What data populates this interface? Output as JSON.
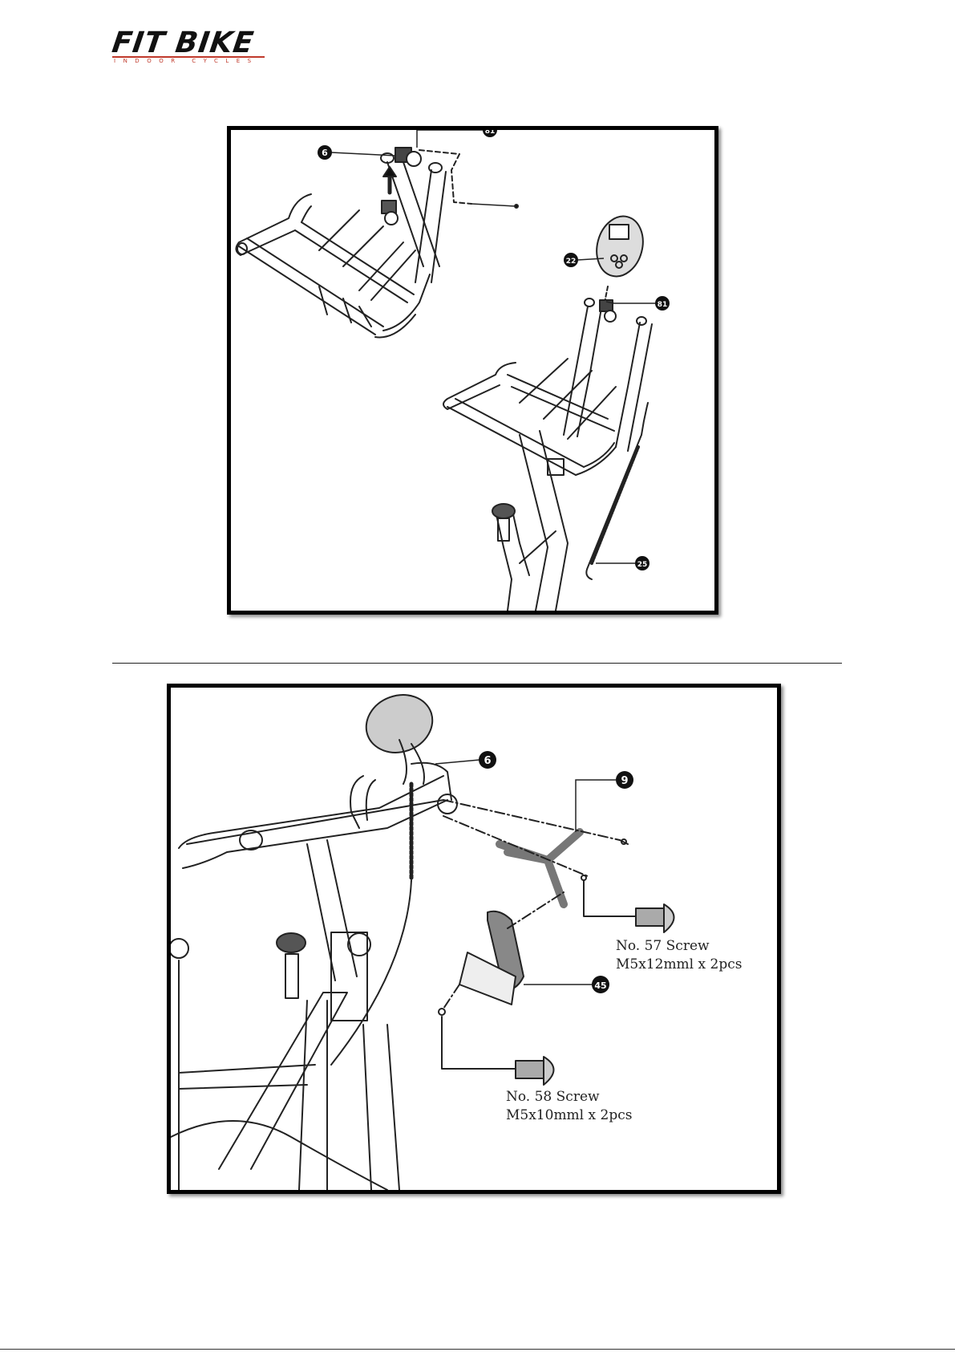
{
  "brand": {
    "name": "FIT BIKE",
    "tagline": "INDOOR CYCLES",
    "accent_color": "#c0392b"
  },
  "figure1": {
    "callouts": [
      "6",
      "81",
      "22",
      "81",
      "25"
    ]
  },
  "figure2": {
    "callouts": [
      "6",
      "9",
      "45"
    ],
    "screw57": {
      "line1": "No. 57 Screw",
      "line2": "M5x12mml x 2pcs"
    },
    "screw58": {
      "line1": "No. 58 Screw",
      "line2": "M5x10mml x 2pcs"
    }
  }
}
